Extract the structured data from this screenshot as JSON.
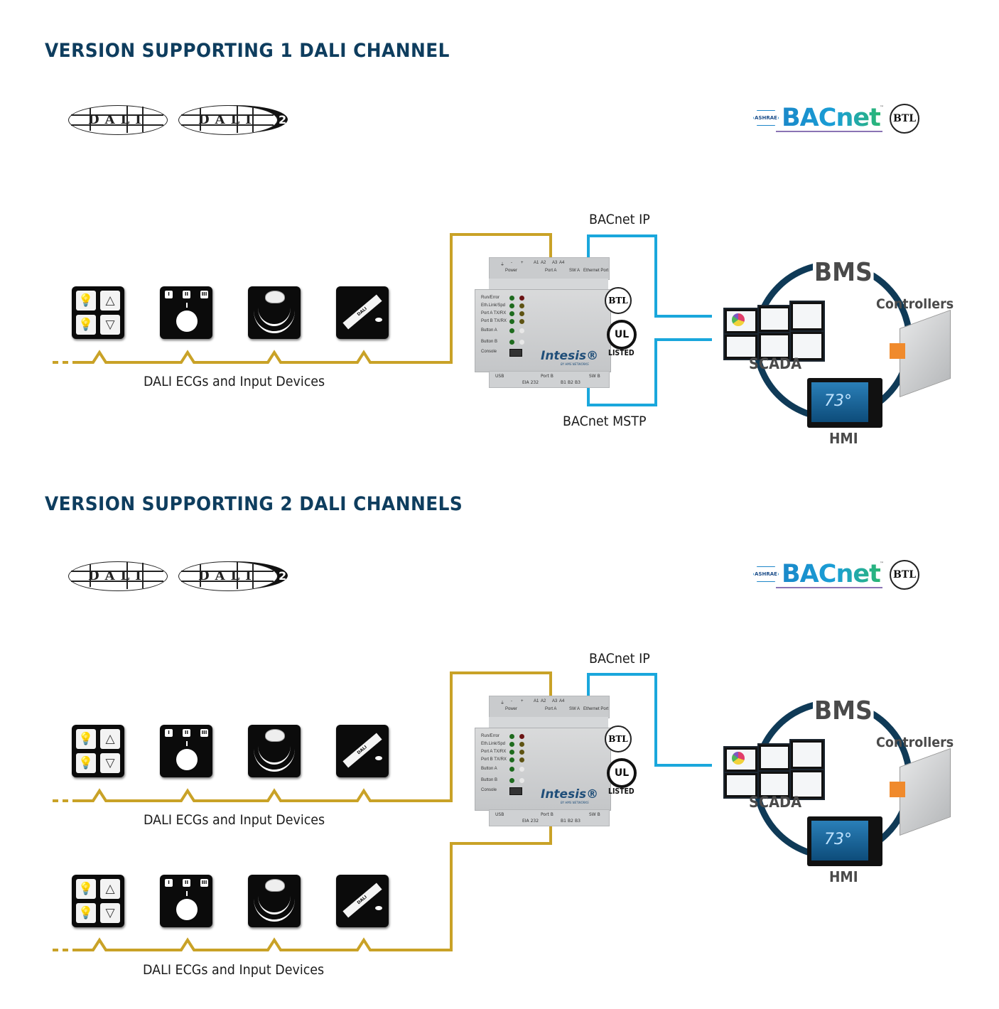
{
  "sections": [
    {
      "title": "VERSION SUPPORTING 1 DALI CHANNEL",
      "logos": {
        "dali": "DALI",
        "dali2": "DALI",
        "dali2_suffix": "2",
        "ashrae": "ASHRAE",
        "bacnet": "BACnet",
        "bacnet_tm": "™",
        "btl": "BTL"
      },
      "bacnet_ip_label": "BACnet IP",
      "bacnet_mstp_label": "BACnet MSTP",
      "dali_bus_labels": [
        "DALI ECGs and Input Devices"
      ],
      "bms": {
        "title": "BMS",
        "scada": "SCADA",
        "controllers": "Controllers",
        "hmi": "HMI",
        "hmi_temp": "73°"
      }
    },
    {
      "title": "VERSION SUPPORTING 2 DALI CHANNELS",
      "logos": {
        "dali": "DALI",
        "dali2": "DALI",
        "dali2_suffix": "2",
        "ashrae": "ASHRAE",
        "bacnet": "BACnet",
        "bacnet_tm": "™",
        "btl": "BTL"
      },
      "bacnet_ip_label": "BACnet IP",
      "dali_bus_labels": [
        "DALI ECGs and Input Devices",
        "DALI ECGs and Input Devices"
      ],
      "bms": {
        "title": "BMS",
        "scada": "SCADA",
        "controllers": "Controllers",
        "hmi": "HMI",
        "hmi_temp": "73°"
      }
    }
  ],
  "gateway": {
    "brand": "Intesis",
    "brand_tagline": "BY HMS NETWORKS",
    "top_terminals": {
      "power_pins": [
        "⏚",
        "-",
        "+"
      ],
      "power": "Power",
      "port_a_pins": [
        "A1",
        "A2",
        "A3",
        "A4"
      ],
      "port_a": "Port A",
      "sw_a": "SW A",
      "ethernet": "Ethernet Port"
    },
    "bottom_terminals": {
      "usb": "USB",
      "port_b": "Port B",
      "eia232": "EIA 232",
      "port_b_pins": [
        "B1",
        "B2",
        "B3"
      ],
      "sw_b": "SW B"
    },
    "leds": [
      {
        "label": "Run/Error",
        "left_color": "#1e6b1e",
        "right_color": "#6b1414"
      },
      {
        "label": "Eth.Link/Spd",
        "left_color": "#1e6b1e",
        "right_color": "#5e5313"
      },
      {
        "label": "Port A TX/RX",
        "left_color": "#1e6b1e",
        "right_color": "#5e5313"
      },
      {
        "label": "Port B TX/RX",
        "left_color": "#1e6b1e",
        "right_color": "#5e5313"
      },
      {
        "label": "Button A",
        "left_color": "#1e6b1e",
        "right_color": "#e8e8e8"
      },
      {
        "label": "Button B",
        "left_color": "#1e6b1e",
        "right_color": "#e8e8e8"
      },
      {
        "label": "Console",
        "left_color": null,
        "right_color": null
      }
    ],
    "certifications": {
      "btl": "BTL",
      "ul": "UL",
      "listed": "LISTED"
    }
  },
  "devices": [
    {
      "name": "push-button-panel",
      "icon": "lightbulb-up-down-buttons"
    },
    {
      "name": "dimmer-knob",
      "icon": "rotary-dimmer",
      "positions": [
        "I",
        "II",
        "III"
      ]
    },
    {
      "name": "presence-sensor",
      "icon": "ceiling-sensor"
    },
    {
      "name": "led-tube-driver",
      "icon": "dali-tube",
      "tube_text": "DALI"
    }
  ],
  "colors": {
    "title": "#0e3d5e",
    "dali_bus": "#c9a227",
    "bacnet_line": "#1aa7dc",
    "bms_ring": "#0f3a57",
    "bms_text": "#4a4a4a"
  }
}
